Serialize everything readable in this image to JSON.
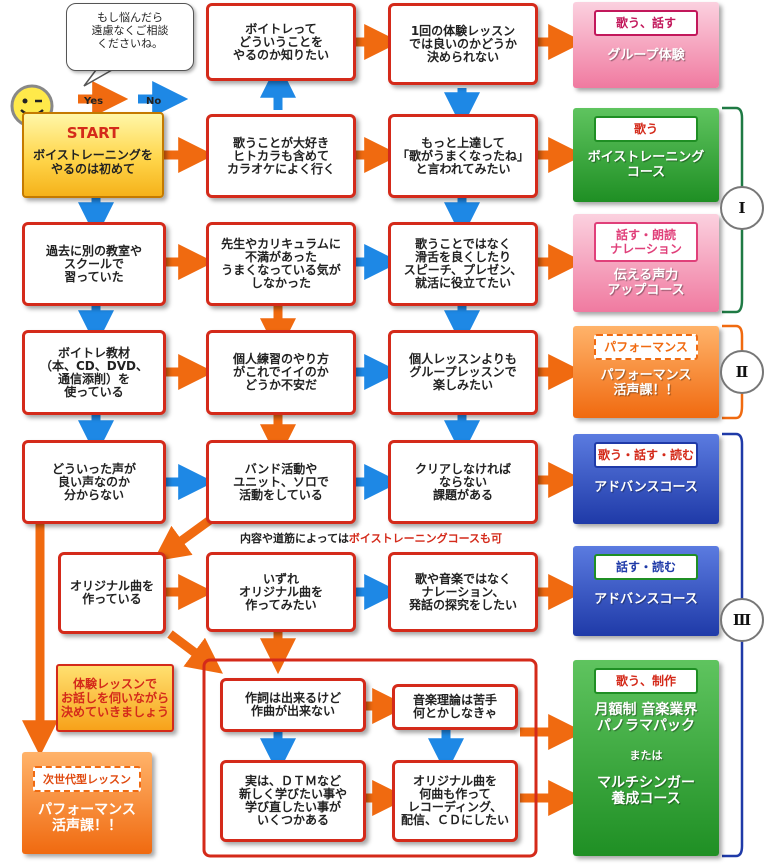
{
  "speech_bubble": "もし悩んだら\n遠慮なくご相談\nくださいね。",
  "legend": {
    "yes": "Yes",
    "no": "No"
  },
  "start": {
    "title": "START",
    "text": "ボイストレーニングを\nやるのは初めて"
  },
  "questions": {
    "q_voitore": "ボイトレって\nどういうことを\nやるのか知りたい",
    "q_trial": "1回の体験レッスン\nでは良いのかどうか\n決められない",
    "q_love_sing": "歌うことが大好き\nヒトカラも含めて\nカラオケによく行く",
    "q_better": "もっと上達して\n「歌がうまくなったね」\nと言われてみたい",
    "q_school": "過去に別の教室や\nスクールで\n習っていた",
    "q_teacher": "先生やカリキュラムに\n不満があった\nうまくなっている気が\nしなかった",
    "q_speech": "歌うことではなく\n滑舌を良くしたり\nスピーチ、プレゼン、\n就活に役立てたい",
    "q_material": "ボイトレ教材\n（本、CD、DVD、\n通信添削）を\n使っている",
    "q_self": "個人練習のやり方\nがこれでイイのか\nどうか不安だ",
    "q_group": "個人レッスンよりも\nグループレッスンで\n楽しみたい",
    "q_voice": "どういった声が\n良い声なのか\n分からない",
    "q_band": "バンド活動や\nユニット、ソロで\n活動をしている",
    "q_clear": "クリアしなければ\nならない\n課題がある",
    "q_original": "オリジナル曲を\n作っている",
    "q_someday": "いずれ\nオリジナル曲を\n作ってみたい",
    "q_narration": "歌や音楽ではなく\nナレーション、\n発話の探究をしたい",
    "q_lyrics": "作詞は出来るけど\n作曲が出来ない",
    "q_theory": "音楽理論は苦手\n何とかしなきゃ",
    "q_dtm": "実は、ＤＴＭなど\n新しく学びたい事や\n学び直したい事が\nいくつかある",
    "q_record": "オリジナル曲を\n何曲も作って\nレコーディング、\n配信、ＣＤにしたい"
  },
  "results": {
    "r_group": {
      "label": "歌う、話す",
      "name": "グループ体験"
    },
    "r_voice": {
      "label": "歌う",
      "name": "ボイストレーニング\nコース"
    },
    "r_speak": {
      "label": "話す・朗読\nナレーション",
      "name": "伝える声力\nアップコース"
    },
    "r_perf": {
      "label": "パフォーマンス",
      "name": "パフォーマンス\n活声課！！"
    },
    "r_adv1": {
      "label": "歌う・話す・読む",
      "name": "アドバンスコース"
    },
    "r_adv2": {
      "label": "話す・読む",
      "name": "アドバンスコース"
    },
    "r_pack": {
      "label": "歌う、制作",
      "name": "月額制 音楽業界\nパノラマパック",
      "or": "または",
      "name2": "マルチシンガー\n養成コース"
    }
  },
  "groups": {
    "g1": "Ⅰ",
    "g2": "Ⅱ",
    "g3": "Ⅲ"
  },
  "caption": {
    "prefix": "内容や道筋によっては",
    "highlight": "ボイストレーニングコースも可"
  },
  "note": "体験レッスンで\nお話しを伺いながら\n決めていきましょう",
  "next_gen": {
    "label": "次世代型レッスン",
    "name": "パフォーマンス\n活声課！！"
  },
  "colors": {
    "yes_arrow": "#f06a10",
    "no_arrow": "#1e88e5",
    "box_border": "#d42a1a"
  }
}
